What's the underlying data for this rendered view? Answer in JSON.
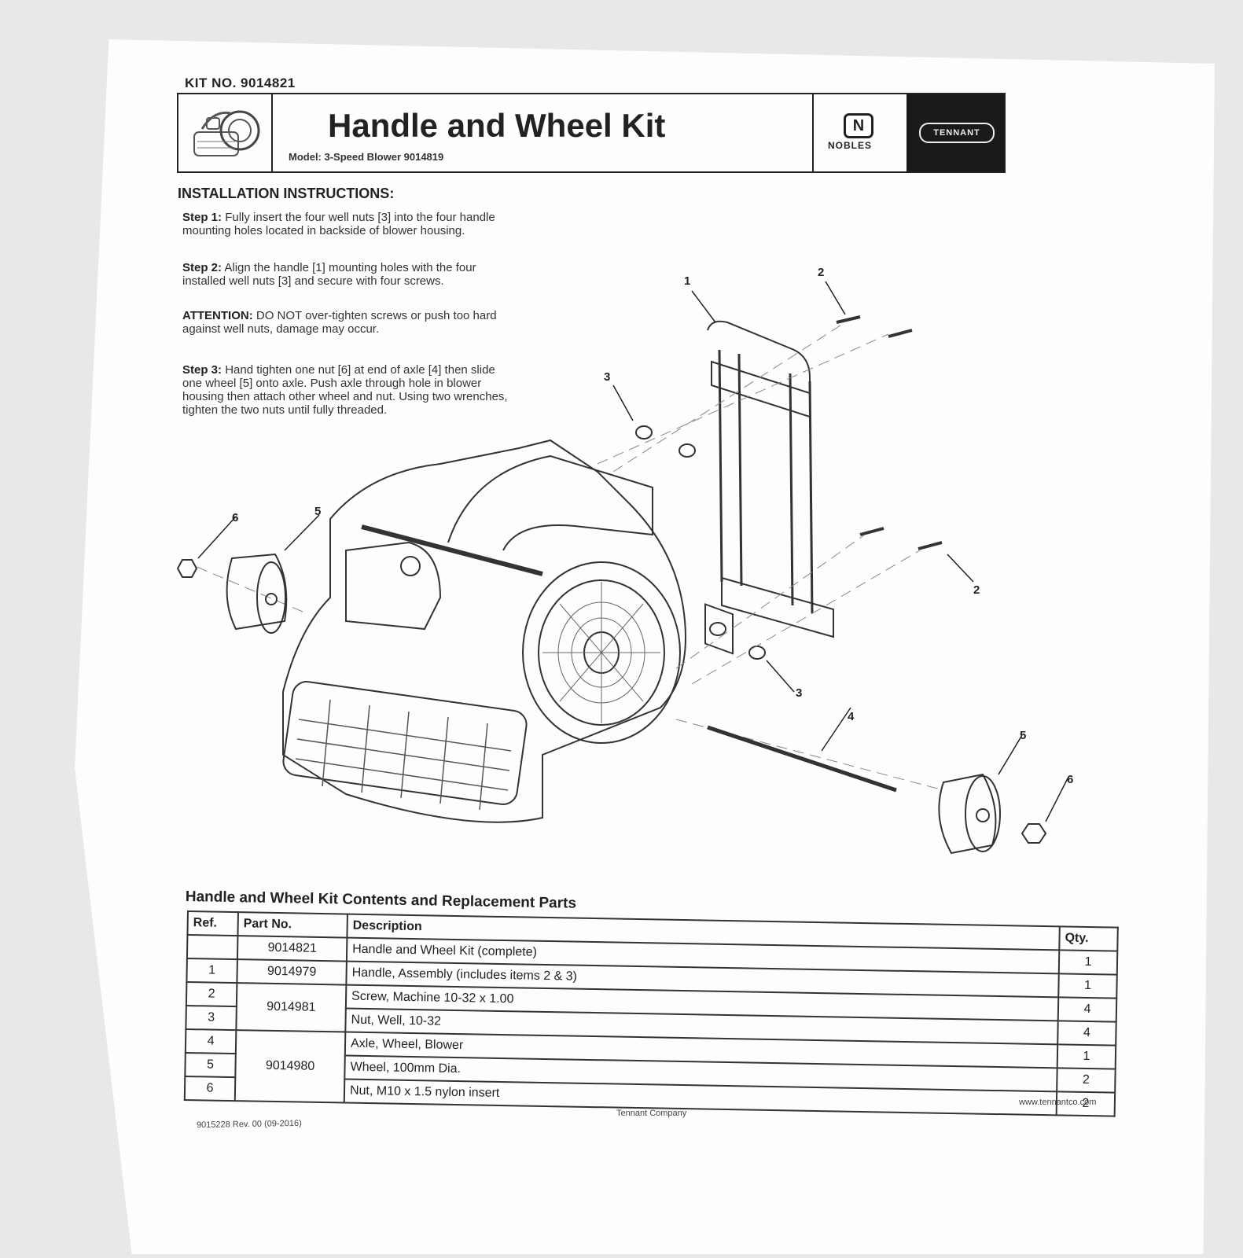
{
  "kit_no": "KIT NO. 9014821",
  "header": {
    "title": "Handle and Wheel Kit",
    "model": "Model: 3-Speed Blower 9014819",
    "nobles_icon": "N",
    "nobles": "NOBLES",
    "tennant": "TENNANT"
  },
  "instructions": {
    "heading": "INSTALLATION INSTRUCTIONS:",
    "step1_label": "Step 1:",
    "step1_text": "Fully insert the four well nuts [3] into the four handle mounting holes located in backside of blower housing.",
    "step2_label": "Step 2:",
    "step2_text": "Align the handle [1] mounting holes with the four installed well nuts [3] and secure with four screws.",
    "attention_label": "ATTENTION:",
    "attention_text": "DO NOT over-tighten screws or push too hard against well nuts, damage may occur.",
    "step3_label": "Step 3:",
    "step3_text": "Hand tighten one nut [6] at end of axle [4] then slide one wheel [5] onto axle. Push axle through hole in blower housing then attach other wheel and nut. Using two wrenches, tighten the two nuts until fully threaded."
  },
  "callouts": {
    "c1": "1",
    "c2a": "2",
    "c2b": "2",
    "c3a": "3",
    "c3b": "3",
    "c4": "4",
    "c5a": "5",
    "c5b": "5",
    "c6a": "6",
    "c6b": "6"
  },
  "parts": {
    "title": "Handle and Wheel Kit Contents and Replacement Parts",
    "headers": {
      "ref": "Ref.",
      "part": "Part No.",
      "desc": "Description",
      "qty": "Qty."
    },
    "rows": [
      {
        "ref": "",
        "part": "9014821",
        "desc": "Handle and Wheel Kit (complete)",
        "qty": "1"
      },
      {
        "ref": "1",
        "part": "9014979",
        "desc": "Handle, Assembly (includes items 2 & 3)",
        "qty": "1"
      },
      {
        "ref": "2",
        "part": "9014981",
        "desc": "Screw, Machine 10-32 x 1.00",
        "qty": "4"
      },
      {
        "ref": "3",
        "part": "",
        "desc": "Nut, Well, 10-32",
        "qty": "4"
      },
      {
        "ref": "4",
        "part": "9014980",
        "desc": "Axle, Wheel, Blower",
        "qty": "1"
      },
      {
        "ref": "5",
        "part": "",
        "desc": "Wheel, 100mm Dia.",
        "qty": "2"
      },
      {
        "ref": "6",
        "part": "",
        "desc": "Nut, M10 x 1.5 nylon insert",
        "qty": "2"
      }
    ]
  },
  "footer": {
    "doc": "9015228 Rev. 00 (09-2016)",
    "company": "Tennant Company",
    "url": "www.tennantco.com"
  }
}
